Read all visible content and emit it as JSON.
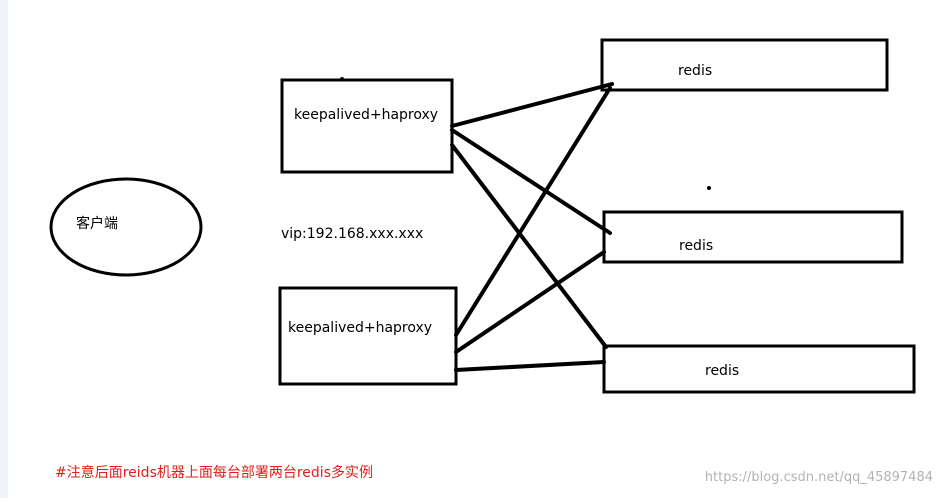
{
  "client": {
    "label": "客户端"
  },
  "proxies": [
    {
      "label": "keepalived+haproxy"
    },
    {
      "label": "keepalived+haproxy"
    }
  ],
  "vip": "vip:192.168.xxx.xxx",
  "redis_nodes": [
    {
      "label": "redis"
    },
    {
      "label": "redis"
    },
    {
      "label": "redis"
    }
  ],
  "note": "#注意后面reids机器上面每台部署两台redis多实例",
  "watermark": "https://blog.csdn.net/qq_45897484",
  "colors": {
    "stroke": "#000000",
    "note": "#e0201a",
    "watermark": "#b3b3b3"
  }
}
